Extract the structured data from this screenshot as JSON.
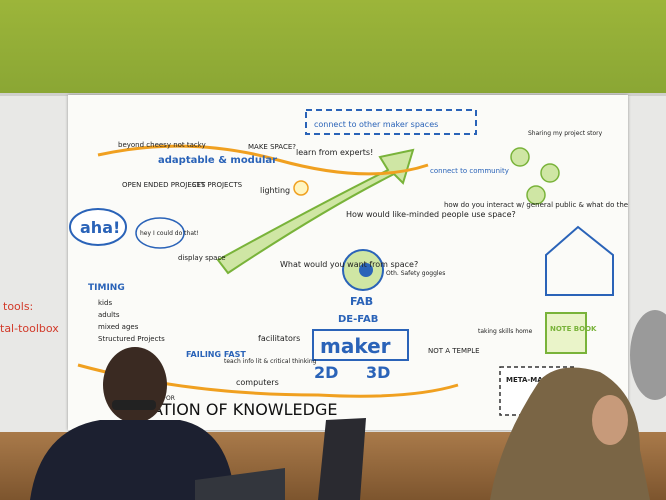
{
  "side_board": {
    "tools": "tools:",
    "toolbox": "tal-toolbox"
  },
  "poster": {
    "beyond": "beyond cheesy not tacky",
    "adaptable": "adaptable & modular",
    "make_space": "MAKE SPACE?",
    "learn_from": "learn from experts!",
    "connect_maker": "connect to other maker spaces",
    "share": "Sharing my project story",
    "open_ended": "OPEN ENDED PROJECTS",
    "set_projects": "SET PROJECTS",
    "lighting": "lighting",
    "aha": "aha!",
    "i_did": "hey I could do that!",
    "display_space": "display space",
    "timing": "TIMING",
    "kids": "kids",
    "adults": "adults",
    "mixed_ages": "mixed ages",
    "structured": "Structured Projects",
    "how_would": "How would like-minded people use space?",
    "what_want": "What would you want from space?",
    "connect_community": "connect to community",
    "how_interact": "how do you interact w/ general public & what do they learn about MAKER SPACES?",
    "safety": "Oth. Safety goggles",
    "fab": "FAB",
    "defab": "DE-FAB",
    "failing_fast": "FAILING FAST",
    "facilitators": "facilitators",
    "critical": "teach info lit & critical thinking",
    "computers": "computers",
    "maker": "maker",
    "two_d": "2D",
    "three_d": "3D",
    "not_temple": "NOT A TEMPLE",
    "home": "taking skills home",
    "notebook": "NOTE BOOK",
    "meta": "META-MAKING",
    "knowledge": "ATION OF KNOWLEDGE",
    "spaces_for": "AS SPACES FOR"
  }
}
